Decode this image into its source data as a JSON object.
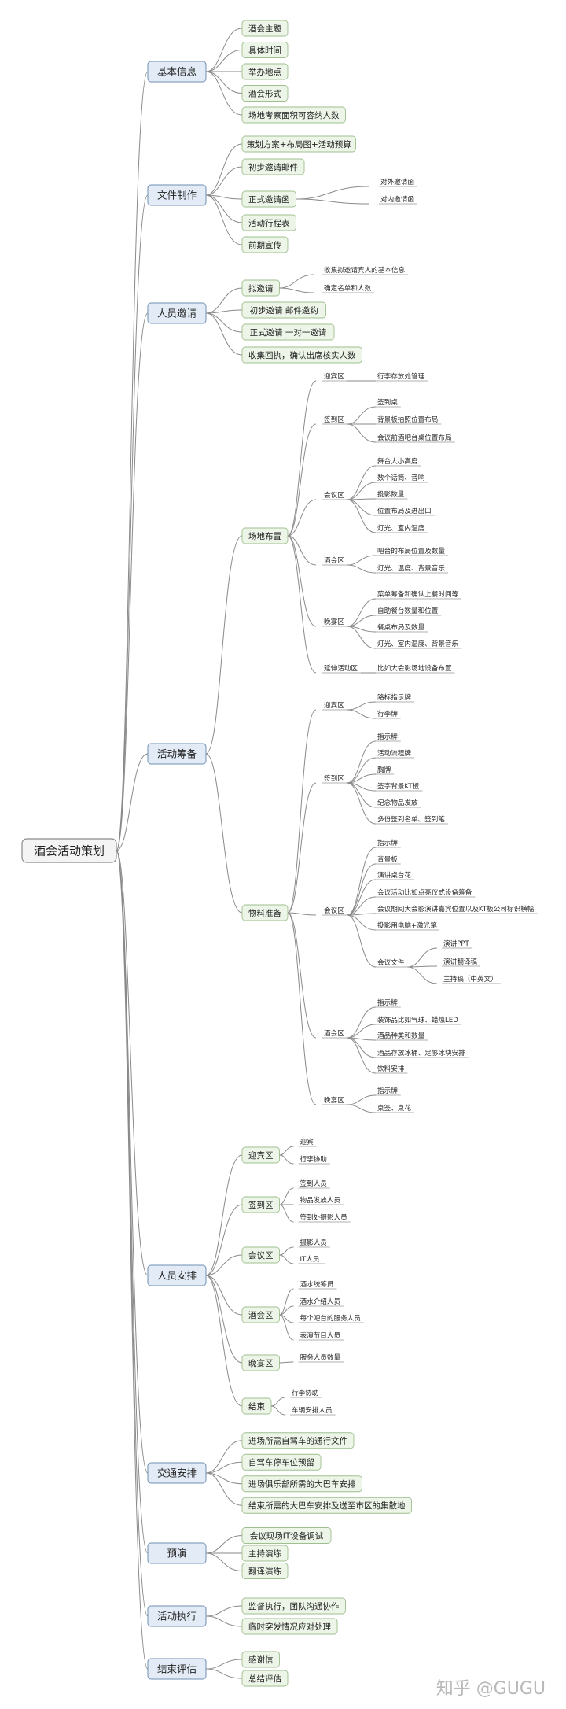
{
  "root": "酒会活动策划",
  "watermark": "知乎 @GUGU",
  "sections": [
    {
      "label": "基本信息",
      "children": [
        {
          "label": "酒会主题"
        },
        {
          "label": "具体时间"
        },
        {
          "label": "举办地点"
        },
        {
          "label": "酒会形式"
        },
        {
          "label": "场地考察面积可容纳人数"
        }
      ]
    },
    {
      "label": "文件制作",
      "children": [
        {
          "label": "策划方案+布局图+活动预算"
        },
        {
          "label": "初步邀请邮件"
        },
        {
          "label": "正式邀请函",
          "children": [
            {
              "label": "对外邀请函"
            },
            {
              "label": "对内邀请函"
            }
          ]
        },
        {
          "label": "活动行程表"
        },
        {
          "label": "前期宣传"
        }
      ]
    },
    {
      "label": "人员邀请",
      "children": [
        {
          "label": "拟邀请",
          "children": [
            {
              "label": "收集拟邀请宾人的基本信息"
            },
            {
              "label": "确定名单和人数"
            }
          ]
        },
        {
          "label": "初步邀请 邮件邀约"
        },
        {
          "label": "正式邀请 一对一邀请"
        },
        {
          "label": "收集回执，确认出席核实人数"
        }
      ]
    },
    {
      "label": "活动筹备",
      "children": [
        {
          "label": "场地布置",
          "children": [
            {
              "label": "迎宾区",
              "children": [
                {
                  "label": "行李存放处管理"
                }
              ]
            },
            {
              "label": "签到区",
              "children": [
                {
                  "label": "签到桌"
                },
                {
                  "label": "背景板拍照位置布局"
                },
                {
                  "label": "会议前酒吧台桌位置布局"
                }
              ]
            },
            {
              "label": "会议区",
              "children": [
                {
                  "label": "舞台大小高度"
                },
                {
                  "label": "数个话筒、音响"
                },
                {
                  "label": "投影数量"
                },
                {
                  "label": "位置布局及进出口"
                },
                {
                  "label": "灯光、室内温度"
                }
              ]
            },
            {
              "label": "酒会区",
              "children": [
                {
                  "label": "吧台的布局位置及数量"
                },
                {
                  "label": "灯光、温度、背景音乐"
                }
              ]
            },
            {
              "label": "晚宴区",
              "children": [
                {
                  "label": "菜单筹备和确认上餐时间等"
                },
                {
                  "label": "自助餐台数量和位置"
                },
                {
                  "label": "餐桌布局及数量"
                },
                {
                  "label": "灯光、室内温度、背景音乐"
                }
              ]
            },
            {
              "label": "延伸活动区",
              "children": [
                {
                  "label": "比如大会影场地设备布置"
                }
              ]
            }
          ]
        },
        {
          "label": "物料准备",
          "children": [
            {
              "label": "迎宾区",
              "children": [
                {
                  "label": "路标指示牌"
                },
                {
                  "label": "行李牌"
                }
              ]
            },
            {
              "label": "签到区",
              "children": [
                {
                  "label": "指示牌"
                },
                {
                  "label": "活动流程牌"
                },
                {
                  "label": "胸牌"
                },
                {
                  "label": "签字背景KT板"
                },
                {
                  "label": "纪念物品发放"
                },
                {
                  "label": "多份签到名单、签到笔"
                }
              ]
            },
            {
              "label": "会议区",
              "children": [
                {
                  "label": "指示牌"
                },
                {
                  "label": "背景板"
                },
                {
                  "label": "演讲桌台花"
                },
                {
                  "label": "会议活动比如点亮仪式设备筹备"
                },
                {
                  "label": "会议期间大会影演讲嘉宾位置以及KT板公司标识横幅"
                },
                {
                  "label": "投影用电脑+激光笔"
                },
                {
                  "label": "会议文件",
                  "children": [
                    {
                      "label": "演讲PPT"
                    },
                    {
                      "label": "演讲翻译稿"
                    },
                    {
                      "label": "主持稿（中英文）"
                    }
                  ]
                }
              ]
            },
            {
              "label": "酒会区",
              "children": [
                {
                  "label": "指示牌"
                },
                {
                  "label": "装饰品比如气球、蜡烛LED"
                },
                {
                  "label": "酒品种类和数量"
                },
                {
                  "label": "酒品存放冰桶、足够冰块安排"
                },
                {
                  "label": "饮料安排"
                }
              ]
            },
            {
              "label": "晚宴区",
              "children": [
                {
                  "label": "指示牌"
                },
                {
                  "label": "桌签、桌花"
                }
              ]
            }
          ]
        }
      ]
    },
    {
      "label": "人员安排",
      "children": [
        {
          "label": "迎宾区",
          "children": [
            {
              "label": "迎宾"
            },
            {
              "label": "行李协助"
            }
          ]
        },
        {
          "label": "签到区",
          "children": [
            {
              "label": "签到人员"
            },
            {
              "label": "物品发放人员"
            },
            {
              "label": "签到处摄影人员"
            }
          ]
        },
        {
          "label": "会议区",
          "children": [
            {
              "label": "摄影人员"
            },
            {
              "label": "IT人员"
            }
          ]
        },
        {
          "label": "酒会区",
          "children": [
            {
              "label": "酒水统筹员"
            },
            {
              "label": "酒水介绍人员"
            },
            {
              "label": "每个吧台的服务人员"
            },
            {
              "label": "表演节目人员"
            }
          ]
        },
        {
          "label": "晚宴区",
          "children": [
            {
              "label": "服务人员数量"
            }
          ]
        },
        {
          "label": "结束",
          "children": [
            {
              "label": "行李协助"
            },
            {
              "label": "车辆安排人员"
            }
          ]
        }
      ]
    },
    {
      "label": "交通安排",
      "children": [
        {
          "label": "进场所需自驾车的通行文件"
        },
        {
          "label": "自驾车停车位预留"
        },
        {
          "label": "进场俱乐部所需的大巴车安排"
        },
        {
          "label": "结束所需的大巴车安排及送至市区的集散地"
        }
      ]
    },
    {
      "label": "预演",
      "children": [
        {
          "label": "会议现场IT设备调试"
        },
        {
          "label": "主持演练"
        },
        {
          "label": "翻译演练"
        }
      ]
    },
    {
      "label": "活动执行",
      "children": [
        {
          "label": "监督执行，团队沟通协作"
        },
        {
          "label": "临时突发情况应对处理"
        }
      ]
    },
    {
      "label": "结束评估",
      "children": [
        {
          "label": "感谢信"
        },
        {
          "label": "总结评估"
        }
      ]
    }
  ]
}
